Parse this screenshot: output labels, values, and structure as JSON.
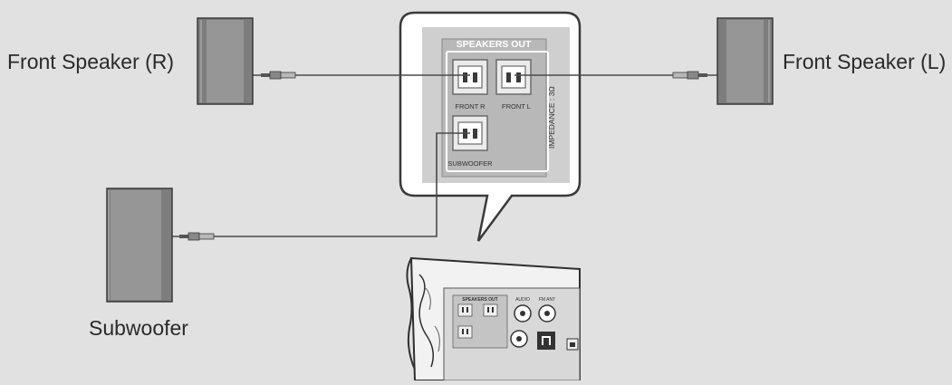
{
  "labels": {
    "front_speaker_r": "Front Speaker (R)",
    "front_speaker_l": "Front Speaker (L)",
    "subwoofer": "Subwoofer"
  },
  "panel": {
    "title": "SPEAKERS OUT",
    "front_r": "FRONT R",
    "front_l": "FRONT L",
    "subwoofer": "SUBWOOFER",
    "impedance": "IMPEDANCE : 3Ω"
  },
  "rear": {
    "speakers_out": "SPEAKERS OUT",
    "audio": "AUDIO",
    "fm_ant": "FM ANT"
  },
  "colors": {
    "background": "#e1e1e1",
    "speaker_body": "#7d7d7d",
    "speaker_face": "#949494",
    "panel_bg": "#c6c6c6",
    "cable": "#4a4a4a"
  }
}
